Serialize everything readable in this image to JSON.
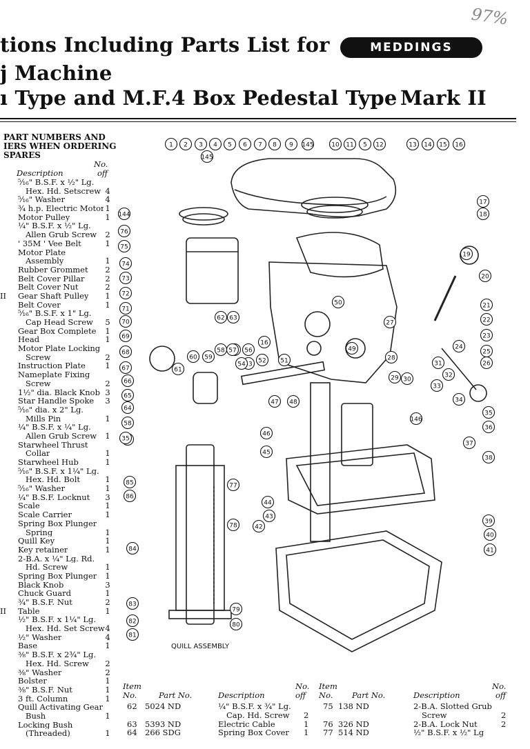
{
  "header": {
    "title_lines": [
      "tions Including Parts List for",
      "j Machine",
      "ı Type and M.F.4 Box Pedestal Type",
      "Mark II"
    ],
    "logo_text": "MEDDINGS",
    "handwritten_note": "97%"
  },
  "parts_list_heading": {
    "lines": [
      "PART NUMBERS AND",
      "IERS WHEN ORDERING",
      "SPARES"
    ],
    "col_no": "No.",
    "col_description": "Description",
    "col_off": "off"
  },
  "parts_list": [
    {
      "num": "",
      "d": "⁵⁄₁₆\" B.S.F. x ½\" Lg.",
      "q": ""
    },
    {
      "num": "",
      "d": "Hex. Hd. Setscrew",
      "q": "4",
      "indent": true
    },
    {
      "num": "",
      "d": "⁵⁄₁₆\" Washer",
      "q": "4"
    },
    {
      "num": "",
      "d": "¾ h.p. Electric Motor",
      "q": "1"
    },
    {
      "num": "",
      "d": "Motor Pulley",
      "q": "1"
    },
    {
      "num": "",
      "d": "¼\" B.S.F. x ½\" Lg.",
      "q": ""
    },
    {
      "num": "",
      "d": "Allen Grub Screw",
      "q": "2",
      "indent": true
    },
    {
      "num": "",
      "d": "' 35M ' Vee Belt",
      "q": "1"
    },
    {
      "num": "",
      "d": "Motor Plate",
      "q": ""
    },
    {
      "num": "",
      "d": "Assembly",
      "q": "1",
      "indent": true
    },
    {
      "num": "",
      "d": "Rubber Grommet",
      "q": "2"
    },
    {
      "num": "",
      "d": "Belt Cover Pillar",
      "q": "2"
    },
    {
      "num": "",
      "d": "Belt Cover Nut",
      "q": "2"
    },
    {
      "num": "II",
      "d": "Gear Shaft Pulley",
      "q": "1"
    },
    {
      "num": "",
      "d": "Belt Cover",
      "q": "1"
    },
    {
      "num": "",
      "d": "⁵⁄₁₆\" B.S.F. x 1\" Lg.",
      "q": ""
    },
    {
      "num": "",
      "d": "Cap Head Screw",
      "q": "5",
      "indent": true
    },
    {
      "num": "",
      "d": "Gear Box Complete",
      "q": "1"
    },
    {
      "num": "",
      "d": "Head",
      "q": "1"
    },
    {
      "num": "",
      "d": "Motor Plate Locking",
      "q": ""
    },
    {
      "num": "",
      "d": "Screw",
      "q": "2",
      "indent": true
    },
    {
      "num": "",
      "d": "Instruction Plate",
      "q": "1"
    },
    {
      "num": "",
      "d": "Nameplate Fixing",
      "q": ""
    },
    {
      "num": "",
      "d": "Screw",
      "q": "2",
      "indent": true
    },
    {
      "num": "",
      "d": "1½\" dia. Black Knob",
      "q": "3"
    },
    {
      "num": "",
      "d": "Star Handle Spoke",
      "q": "3"
    },
    {
      "num": "",
      "d": "⁵⁄₁₆\" dia. x 2\" Lg.",
      "q": ""
    },
    {
      "num": "",
      "d": "Mills Pin",
      "q": "1",
      "indent": true
    },
    {
      "num": "",
      "d": "¼\" B.S.F. x ¼\" Lg.",
      "q": ""
    },
    {
      "num": "",
      "d": "Allen Grub Screw",
      "q": "1",
      "indent": true
    },
    {
      "num": "",
      "d": "Starwheel Thrust",
      "q": ""
    },
    {
      "num": "",
      "d": "Collar",
      "q": "1",
      "indent": true
    },
    {
      "num": "",
      "d": "Starwheel Hub",
      "q": "1"
    },
    {
      "num": "",
      "d": "⁵⁄₁₆\" B.S.F. x 1¼\" Lg.",
      "q": ""
    },
    {
      "num": "",
      "d": "Hex. Hd. Bolt",
      "q": "1",
      "indent": true
    },
    {
      "num": "",
      "d": "⁵⁄₁₆\" Washer",
      "q": "1"
    },
    {
      "num": "",
      "d": "¼\" B.S.F. Locknut",
      "q": "3"
    },
    {
      "num": "",
      "d": "Scale",
      "q": "1"
    },
    {
      "num": "",
      "d": "Scale Carrier",
      "q": "1"
    },
    {
      "num": "",
      "d": "Spring Box Plunger",
      "q": ""
    },
    {
      "num": "",
      "d": "Spring",
      "q": "1",
      "indent": true
    },
    {
      "num": "",
      "d": "Quill Key",
      "q": "1"
    },
    {
      "num": "",
      "d": "Key retainer",
      "q": "1"
    },
    {
      "num": "",
      "d": "2-B.A. x ¼\" Lg. Rd.",
      "q": ""
    },
    {
      "num": "",
      "d": "Hd. Screw",
      "q": "1",
      "indent": true
    },
    {
      "num": "",
      "d": "Spring Box Plunger",
      "q": "1"
    },
    {
      "num": "",
      "d": "Black Knob",
      "q": "3"
    },
    {
      "num": "",
      "d": "Chuck Guard",
      "q": "1"
    },
    {
      "num": "",
      "d": "¾\" B.S.F. Nut",
      "q": "2"
    },
    {
      "num": "II",
      "d": "Table",
      "q": "1"
    },
    {
      "num": "",
      "d": "½\" B.S.F. x 1¼\" Lg.",
      "q": ""
    },
    {
      "num": "",
      "d": "Hex. Hd. Set Screw",
      "q": "4",
      "indent": true
    },
    {
      "num": "",
      "d": "½\" Washer",
      "q": "4"
    },
    {
      "num": "",
      "d": "Base",
      "q": "1"
    },
    {
      "num": "",
      "d": "⅜\" B.S.F. x 2¾\" Lg.",
      "q": ""
    },
    {
      "num": "",
      "d": "Hex. Hd. Screw",
      "q": "2",
      "indent": true
    },
    {
      "num": "",
      "d": "⅜\" Washer",
      "q": "2"
    },
    {
      "num": "",
      "d": "Bolster",
      "q": "1"
    },
    {
      "num": "",
      "d": "⅜\" B.S.F. Nut",
      "q": "1"
    },
    {
      "num": "",
      "d": "3 ft. Column",
      "q": "1"
    },
    {
      "num": "",
      "d": "Quill Activating Gear",
      "q": ""
    },
    {
      "num": "",
      "d": "Bush",
      "q": "1",
      "indent": true
    },
    {
      "num": "",
      "d": "Locking Bush",
      "q": ""
    },
    {
      "num": "",
      "d": "(Threaded)",
      "q": "1",
      "indent": true
    }
  ],
  "bottom_table": {
    "headers": {
      "item": "Item",
      "no": "No.",
      "part_no": "Part No.",
      "description": "Description",
      "qty_no": "No.",
      "off": "off"
    },
    "left_rows": [
      {
        "item": "62",
        "part": "5024 ND",
        "desc": "¼\" B.S.F. x ¾\" Lg.",
        "desc2": "Cap. Hd. Screw",
        "qty": "2"
      },
      {
        "item": "63",
        "part": "5393 ND",
        "desc": "Electric Cable",
        "qty": "1"
      },
      {
        "item": "64",
        "part": "266 SDG",
        "desc": "Spring Box Cover",
        "qty": "1"
      }
    ],
    "right_rows": [
      {
        "item": "75",
        "part": "138 ND",
        "desc": "2-B.A. Slotted Grub",
        "desc2": "Screw",
        "qty": "2"
      },
      {
        "item": "76",
        "part": "326 ND",
        "desc": "2-B.A. Lock Nut",
        "qty": "2"
      },
      {
        "item": "77",
        "part": "514 ND",
        "desc": "½\" B.S.F. x ½\" Lg",
        "qty": ""
      }
    ]
  },
  "diagram": {
    "caption": "QUILL ASSEMBLY",
    "callouts_top": [
      "1",
      "2",
      "3",
      "4",
      "5",
      "6",
      "7",
      "8",
      "9",
      "145",
      "10",
      "11",
      "5",
      "12",
      "13",
      "14",
      "15",
      "16"
    ],
    "callouts": [
      "145",
      "144",
      "76",
      "75",
      "74",
      "73",
      "72",
      "71",
      "70",
      "69",
      "68",
      "67",
      "66",
      "65",
      "64",
      "58",
      "35",
      "17",
      "18",
      "19",
      "20",
      "21",
      "22",
      "23",
      "24",
      "25",
      "26",
      "27",
      "28",
      "29",
      "30",
      "31",
      "32",
      "33",
      "34",
      "35",
      "36",
      "37",
      "38",
      "39",
      "40",
      "41",
      "42",
      "43",
      "44",
      "45",
      "46",
      "47",
      "48",
      "49",
      "50",
      "51",
      "52",
      "53",
      "54",
      "55",
      "56",
      "57",
      "58",
      "59",
      "60",
      "61",
      "62",
      "63",
      "146",
      "84",
      "85",
      "86",
      "77",
      "78",
      "79",
      "80",
      "81",
      "82",
      "83",
      "16",
      "35"
    ]
  }
}
